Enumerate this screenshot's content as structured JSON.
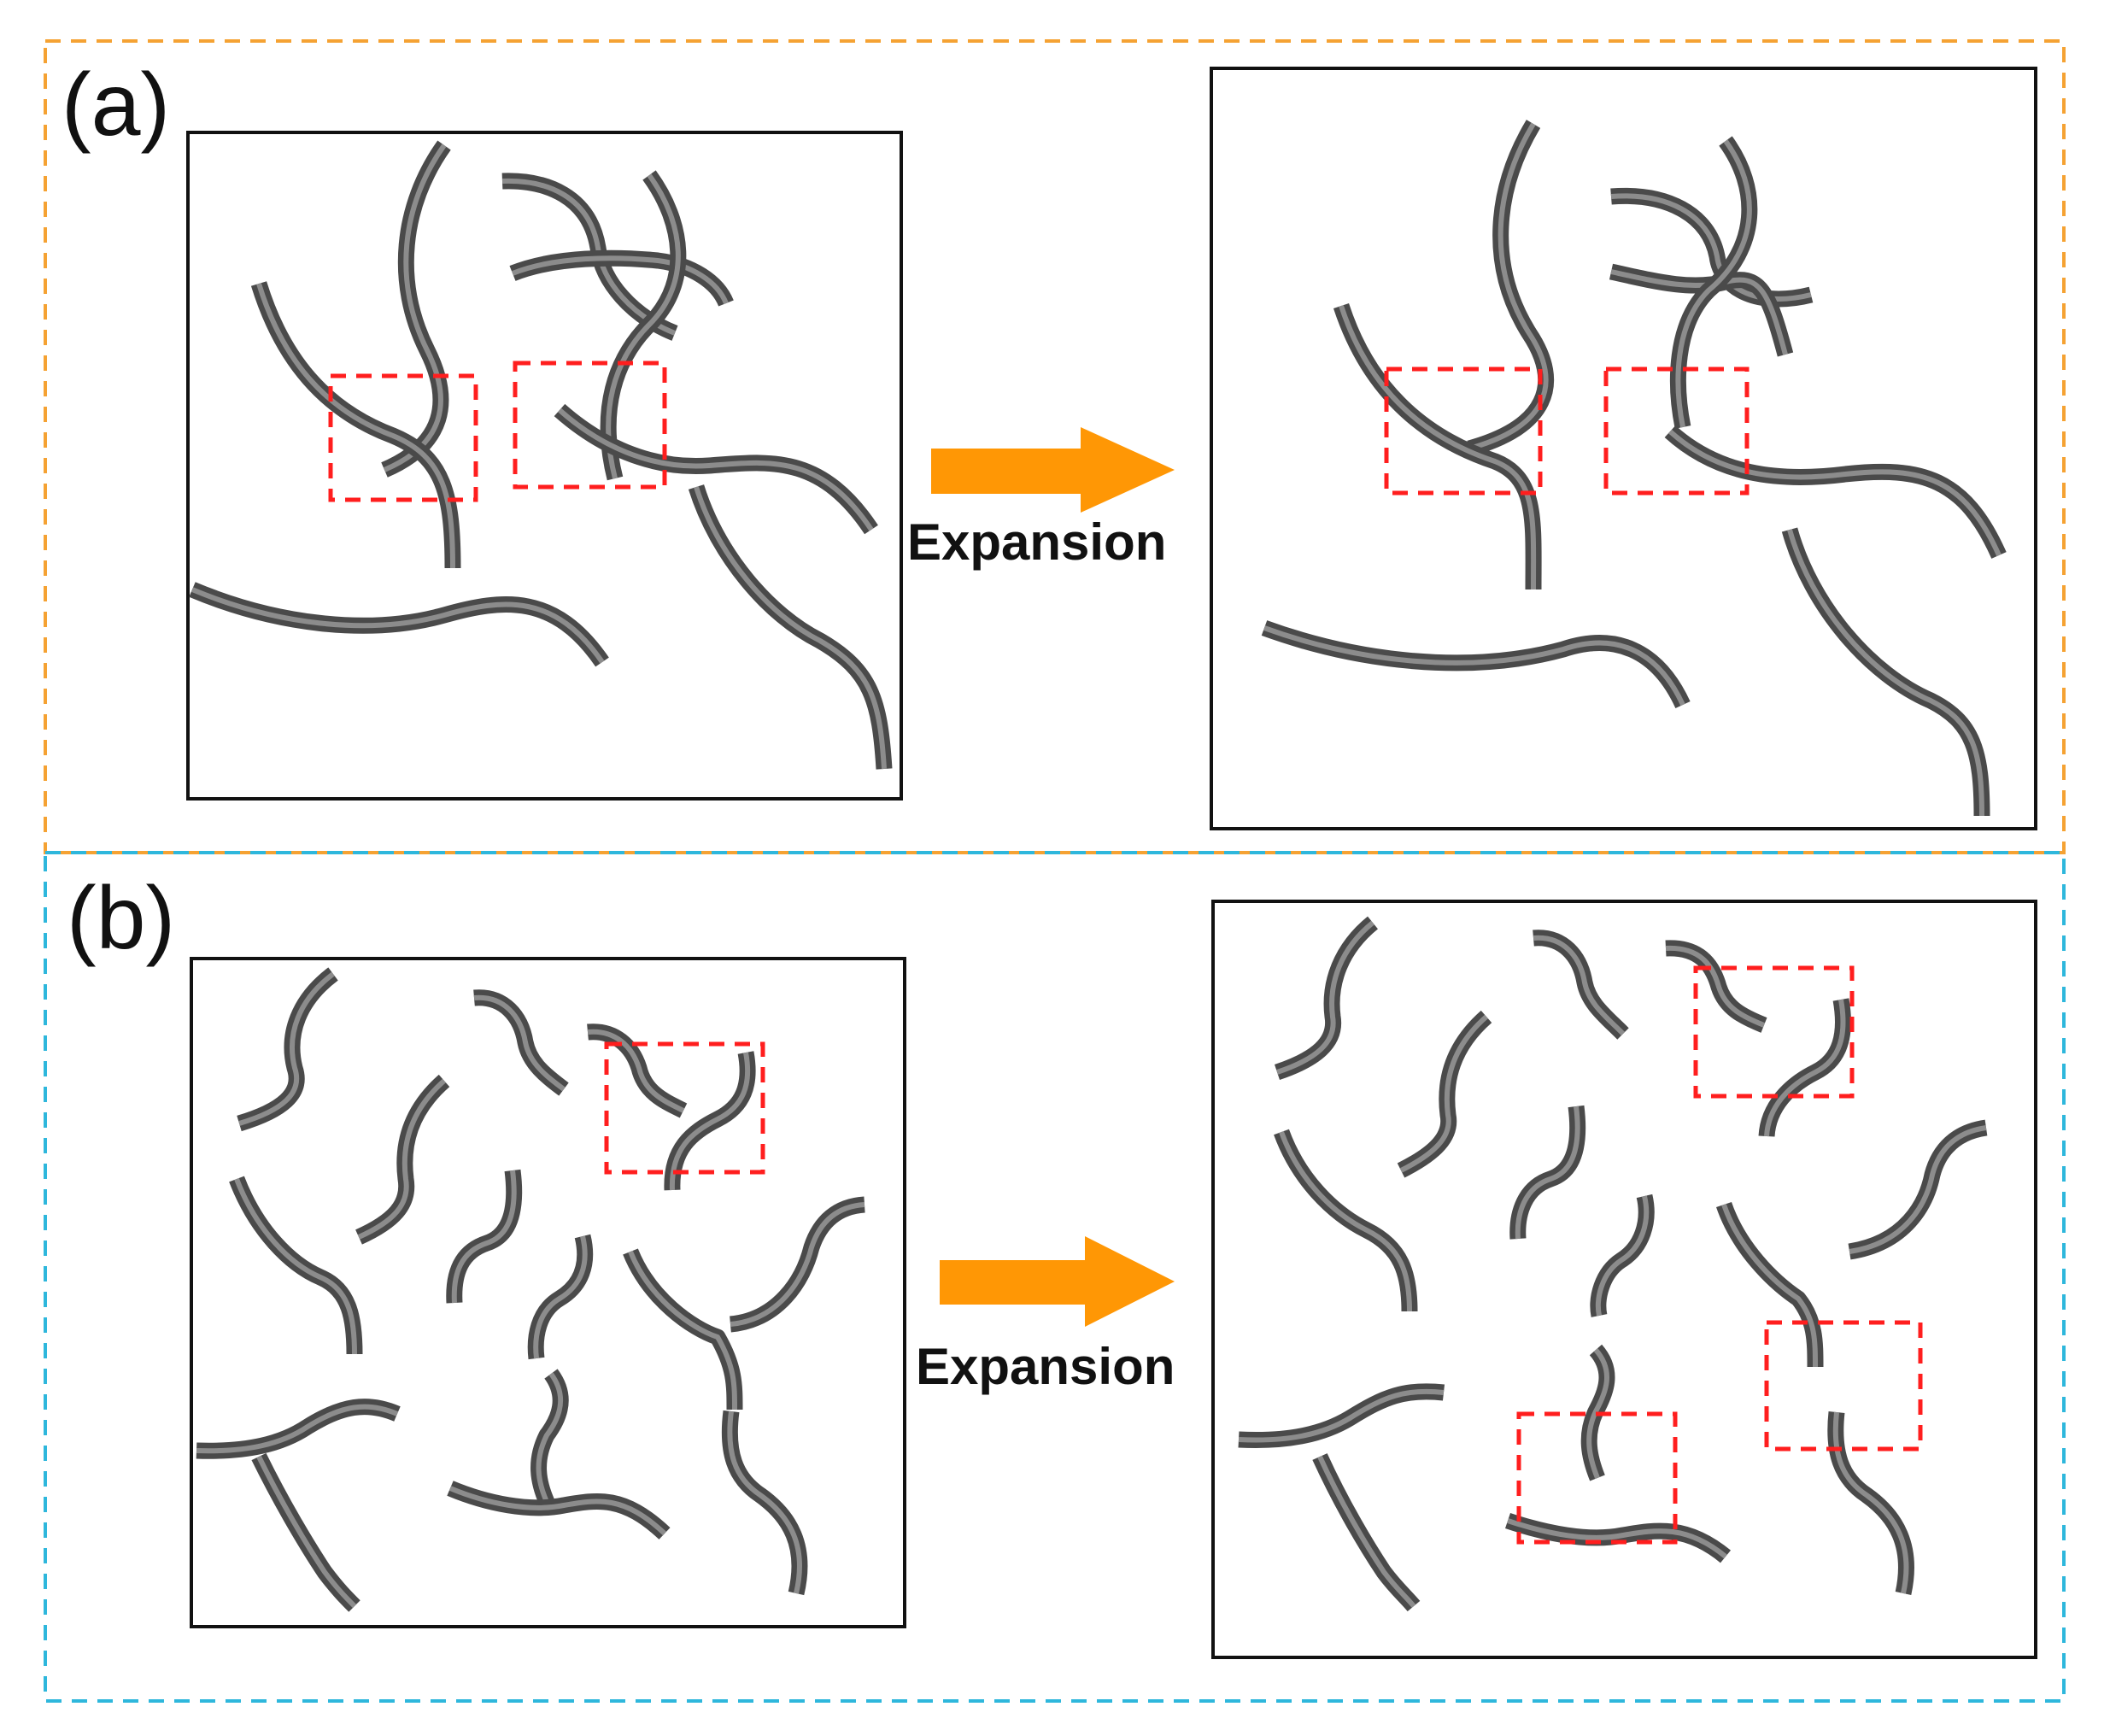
{
  "panels": [
    {
      "label": "(a)",
      "frame_color": "#f5a233"
    },
    {
      "label": "(b)",
      "frame_color": "#2eb7dc"
    }
  ],
  "arrow": {
    "label": "Expansion",
    "color": "#ff9705"
  },
  "colors": {
    "fiber": "#4a4a4a",
    "fiber_highlight": "#8c8c8c",
    "highlight_box": "#ff1e1e",
    "box_border": "#111111"
  }
}
